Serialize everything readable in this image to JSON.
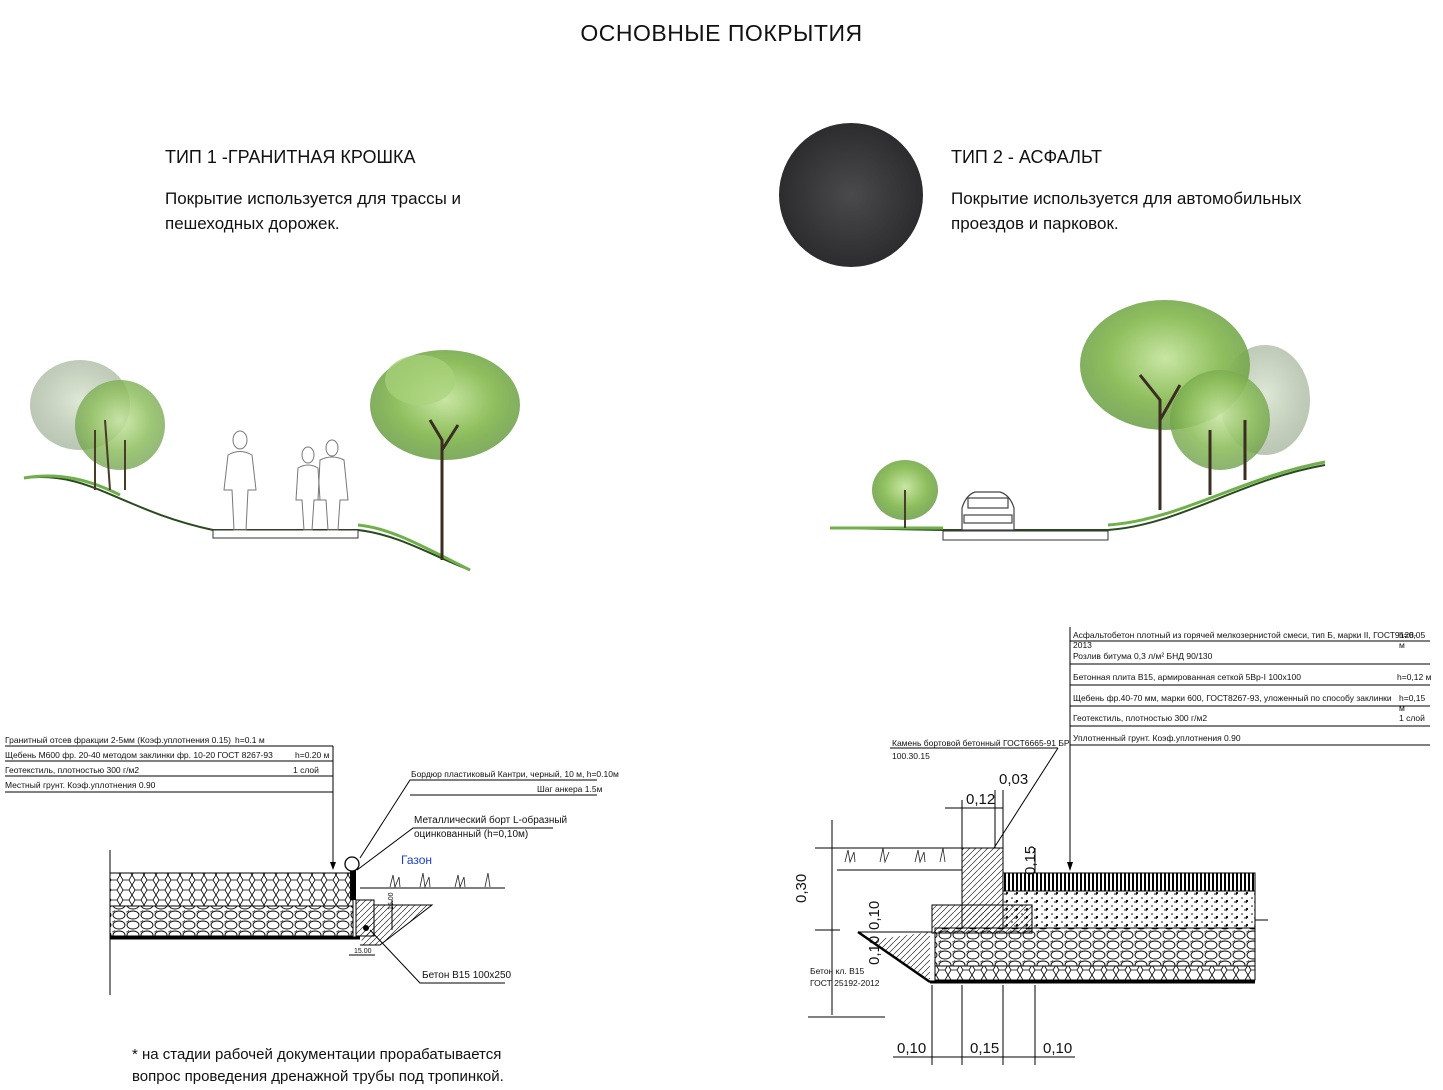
{
  "title": "ОСНОВНЫЕ ПОКРЫТИЯ",
  "type1": {
    "title": "ТИП 1 -ГРАНИТНАЯ КРОШКА",
    "desc_line1": "Покрытие используется для трассы и",
    "desc_line2": "пешеходных дорожек.",
    "layers": [
      {
        "name": "Гранитный отсев фракции  2-5мм (Коэф.уплотнения 0.15)",
        "value": "h=0.1 м"
      },
      {
        "name": "Щебень М600 фр. 20-40 методом заклинки фр. 10-20 ГОСТ 8267-93",
        "value": "h=0.20 м"
      },
      {
        "name": "Геотекстиль, плотностью 300 г/м2",
        "value": "1 слой"
      },
      {
        "name": "Местный грунт. Коэф.уплотнения 0.90",
        "value": ""
      }
    ],
    "border_label": "Бордюр пластиковый Кантри, черный, 10 м, h=0.10м",
    "anchor_step": "Шаг анкера  1.5м",
    "metal_border_line1": "Металлический борт L-образный",
    "metal_border_line2": "оцинкованный  (h=0,10м)",
    "lawn": "Газон",
    "concrete": "Бетон В15  100х250",
    "dim_a": "15.00",
    "dim_b": "15.00"
  },
  "type2": {
    "title": "ТИП 2 - АСФАЛЬТ",
    "desc_line1": "Покрытие используется для автомобильных",
    "desc_line2": "проездов и парковок.",
    "layers": [
      {
        "name": "Асфальтобетон плотный из горячей мелкозернистой смеси, тип Б, марки II, ГОСТ9128-2013",
        "value": "h=0,05 м"
      },
      {
        "name": "Розлив битума 0,3 л/м² БНД 90/130",
        "value": ""
      },
      {
        "name": "Бетонная плита В15, армированная сеткой 5Вр-I 100х100",
        "value": "h=0,12 м"
      },
      {
        "name": "Щебень фр.40-70 мм, марки 600, ГОСТ8267-93,       уложенный по  способу заклинки",
        "value": "h=0,15 м"
      },
      {
        "name": "Геотекстиль, плотностью 300 г/м2",
        "value": "1 слой"
      },
      {
        "name": "Уплотненный  грунт. Коэф.уплотнения 0.90",
        "value": ""
      }
    ],
    "curb_line1": "Камень бортовой бетонный ГОСТ6665-91 БР",
    "curb_line2": "100.30.15",
    "concrete_line1": "Бетон кл. В15",
    "concrete_line2": "ГОСТ 25192-2012",
    "dims": {
      "d003": "0,03",
      "d012": "0,12",
      "d015v": "0,15",
      "d030": "0,30",
      "d010v": "0,10",
      "d010v2": "0,10",
      "b1": "0,10",
      "b2": "0,15",
      "b3": "0,10"
    }
  },
  "note_line1": "* на стадии рабочей документации прорабатывается",
  "note_line2": "вопрос проведения дренажной трубы под тропинкой.",
  "colors": {
    "asphalt": "#3a3a3c",
    "foliage": "#8bbf5a",
    "grass": "#6fb04a",
    "lawn_label": "#1a3fc4"
  }
}
